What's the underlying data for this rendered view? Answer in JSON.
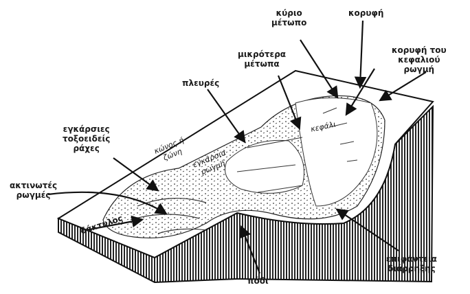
{
  "labels": {
    "main_scarp": "κύριο\nμέτωπο",
    "crown": "κορυφή",
    "head_crown": "κορυφή του\nκεφαλιού\nρωγμή",
    "minor_scarps": "μικρότερα\nμέτωπα",
    "flanks": "πλευρές",
    "transverse_ridges": "εγκάρσιες\nτοξοειδείς\nράχες",
    "radial_cracks": "ακτινωτές\nρωγμές",
    "toe": "δάκτυλος",
    "foot": "πόδι",
    "rupture_surface": "επιφάντεια\nδιάρρηξης",
    "head": "κεφάλι",
    "zone_or_transverse": "κώνος ή\nζώνη",
    "transverse_cracks": "εγκάρσια\nρωγμή"
  }
}
